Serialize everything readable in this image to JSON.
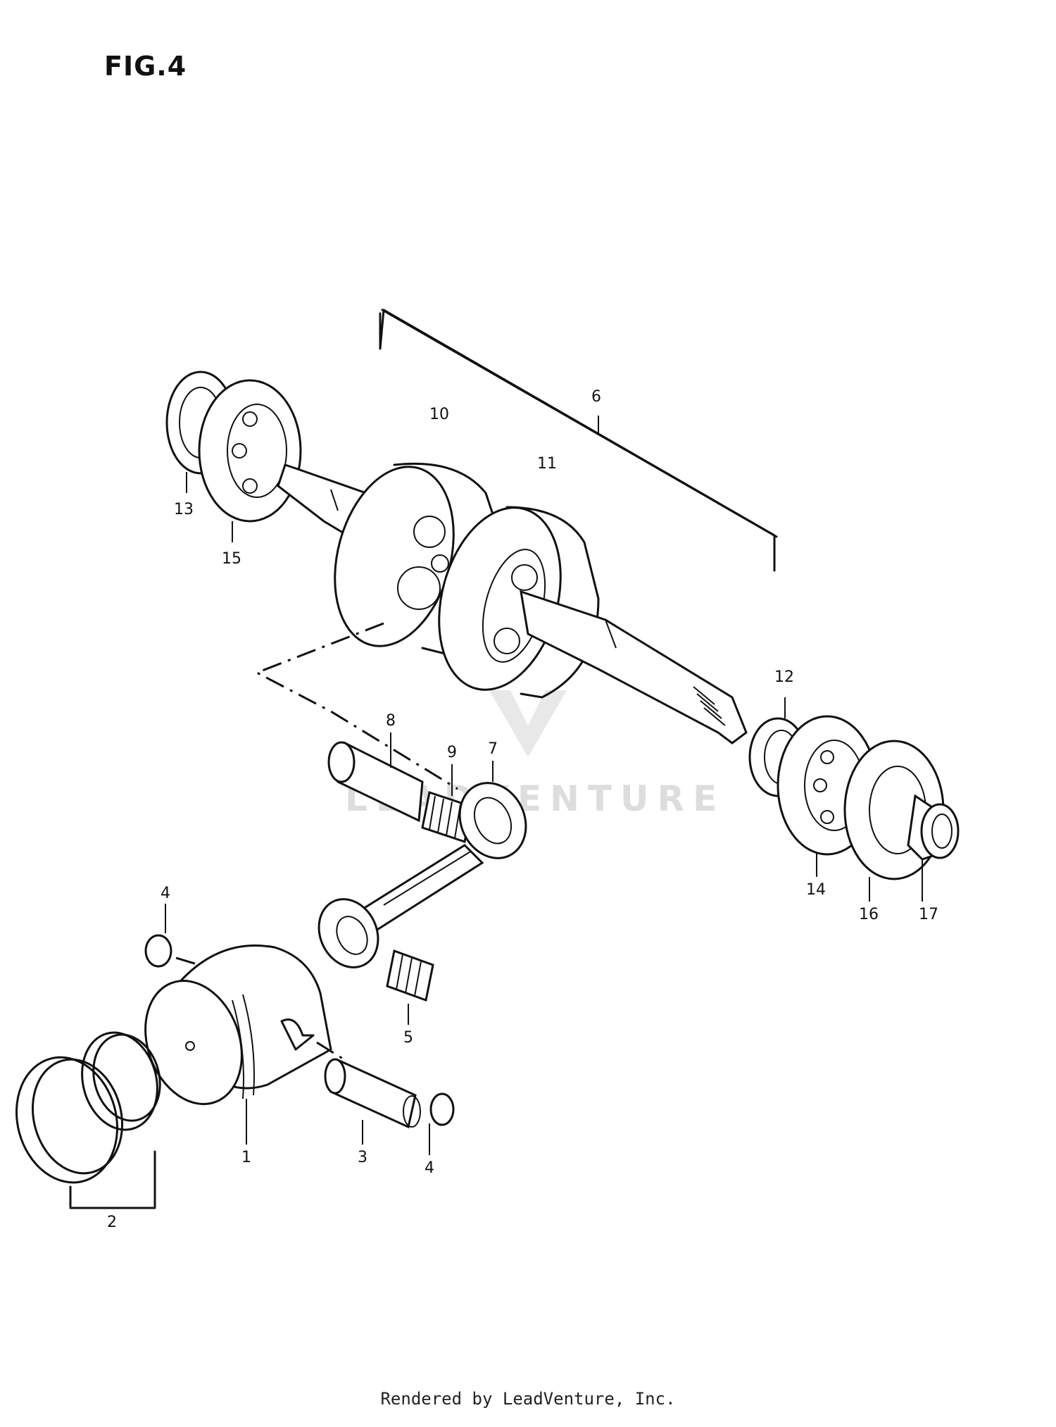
{
  "figure": {
    "title": "FIG.4",
    "footer": "Rendered by LeadVenture, Inc.",
    "watermark": "LEADVENTURE",
    "callouts": [
      {
        "id": "c1",
        "text": "1"
      },
      {
        "id": "c2",
        "text": "2"
      },
      {
        "id": "c3",
        "text": "3"
      },
      {
        "id": "c4a",
        "text": "4"
      },
      {
        "id": "c4b",
        "text": "4"
      },
      {
        "id": "c5",
        "text": "5"
      },
      {
        "id": "c6",
        "text": "6"
      },
      {
        "id": "c7",
        "text": "7"
      },
      {
        "id": "c8",
        "text": "8"
      },
      {
        "id": "c9",
        "text": "9"
      },
      {
        "id": "c10",
        "text": "10"
      },
      {
        "id": "c11",
        "text": "11"
      },
      {
        "id": "c12",
        "text": "12"
      },
      {
        "id": "c13",
        "text": "13"
      },
      {
        "id": "c14",
        "text": "14"
      },
      {
        "id": "c15",
        "text": "15"
      },
      {
        "id": "c16",
        "text": "16"
      },
      {
        "id": "c17",
        "text": "17"
      }
    ]
  }
}
